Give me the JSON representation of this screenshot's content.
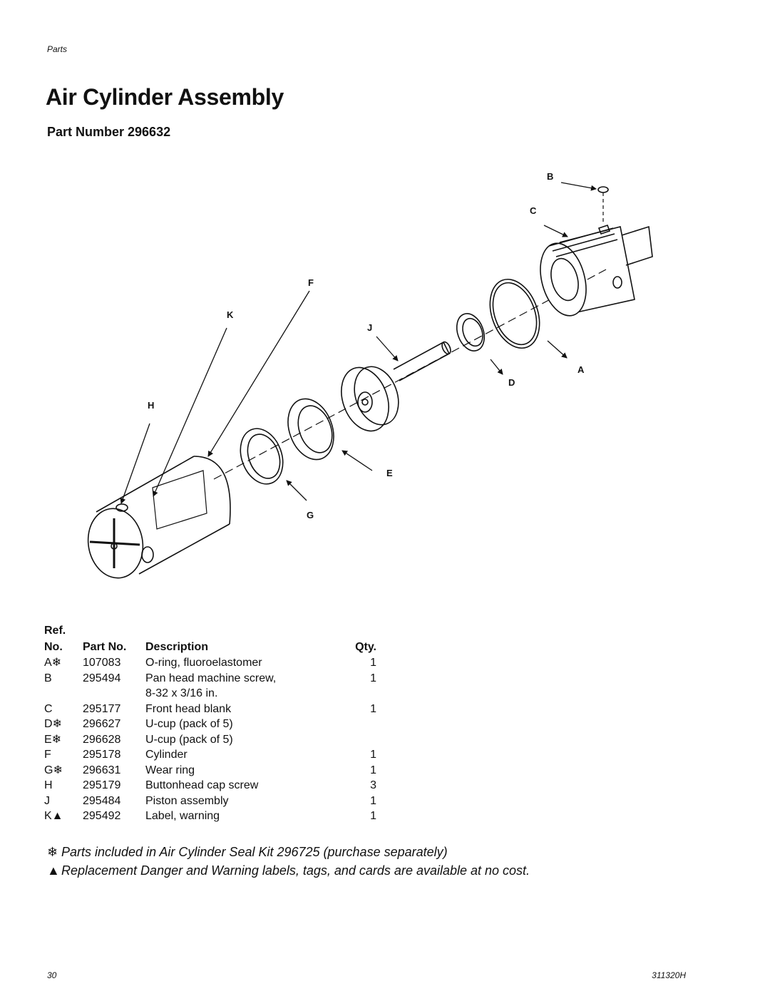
{
  "header": {
    "section": "Parts"
  },
  "title": "Air Cylinder Assembly",
  "subtitle": "Part Number 296632",
  "callouts": {
    "A": "A",
    "B": "B",
    "C": "C",
    "D": "D",
    "E": "E",
    "F": "F",
    "G": "G",
    "H": "H",
    "J": "J",
    "K": "K"
  },
  "table": {
    "headers": {
      "ref_top": "Ref.",
      "ref": "No.",
      "part_no": "Part No.",
      "description": "Description",
      "qty": "Qty."
    },
    "rows": [
      {
        "ref": "A❄",
        "part_no": "107083",
        "description": "O-ring, fluoroelastomer",
        "qty": "1"
      },
      {
        "ref": "B",
        "part_no": "295494",
        "description": "Pan head machine screw,",
        "qty": "1"
      },
      {
        "ref": "",
        "part_no": "",
        "description": "8-32 x 3/16 in.",
        "qty": ""
      },
      {
        "ref": "C",
        "part_no": "295177",
        "description": "Front head blank",
        "qty": "1"
      },
      {
        "ref": "D❄",
        "part_no": "296627",
        "description": "U-cup (pack of 5)",
        "qty": ""
      },
      {
        "ref": "E❄",
        "part_no": "296628",
        "description": "U-cup (pack of 5)",
        "qty": ""
      },
      {
        "ref": "F",
        "part_no": "295178",
        "description": "Cylinder",
        "qty": "1"
      },
      {
        "ref": "G❄",
        "part_no": "296631",
        "description": "Wear ring",
        "qty": "1"
      },
      {
        "ref": "H",
        "part_no": "295179",
        "description": "Buttonhead cap screw",
        "qty": "3"
      },
      {
        "ref": "J",
        "part_no": "295484",
        "description": "Piston assembly",
        "qty": "1"
      },
      {
        "ref": "K▲",
        "part_no": "295492",
        "description": "Label, warning",
        "qty": "1"
      }
    ]
  },
  "footnotes": [
    {
      "mark": "❄",
      "text": "Parts included in Air Cylinder Seal Kit 296725 (purchase separately)"
    },
    {
      "mark": "▲",
      "text": "Replacement Danger and Warning labels, tags, and cards are available at no cost."
    }
  ],
  "footer": {
    "page": "30",
    "doc_id": "311320H"
  }
}
